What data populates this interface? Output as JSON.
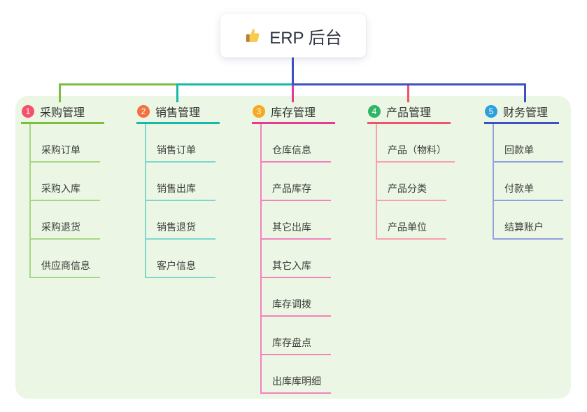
{
  "root": {
    "title": "ERP 后台",
    "icon": "thumbs-up"
  },
  "panel": {
    "bg": "#ebf7e4"
  },
  "branches": [
    {
      "badge": "1",
      "label": "采购管理",
      "colors": {
        "badge": "#f4516c",
        "line": "#7cbf3f",
        "lite": "#a6d884"
      },
      "children": [
        "采购订单",
        "采购入库",
        "采购退货",
        "供应商信息"
      ]
    },
    {
      "badge": "2",
      "label": "销售管理",
      "colors": {
        "badge": "#f3703f",
        "line": "#17b9a8",
        "lite": "#7fd7cb"
      },
      "children": [
        "销售订单",
        "销售出库",
        "销售退货",
        "客户信息"
      ]
    },
    {
      "badge": "3",
      "label": "库存管理",
      "colors": {
        "badge": "#f7a822",
        "line": "#e93a93",
        "lite": "#f283bd"
      },
      "children": [
        "仓库信息",
        "产品库存",
        "其它出库",
        "其它入库",
        "库存调拨",
        "库存盘点",
        "出库库明细"
      ]
    },
    {
      "badge": "4",
      "label": "产品管理",
      "colors": {
        "badge": "#2fb566",
        "line": "#f4516c",
        "lite": "#f9a0ac"
      },
      "children": [
        "产品（物料）",
        "产品分类",
        "产品单位"
      ]
    },
    {
      "badge": "5",
      "label": "财务管理",
      "colors": {
        "badge": "#2ca0dc",
        "line": "#3e51c4",
        "lite": "#92a1da"
      },
      "children": [
        "回款单",
        "付款单",
        "结算账户"
      ]
    }
  ]
}
